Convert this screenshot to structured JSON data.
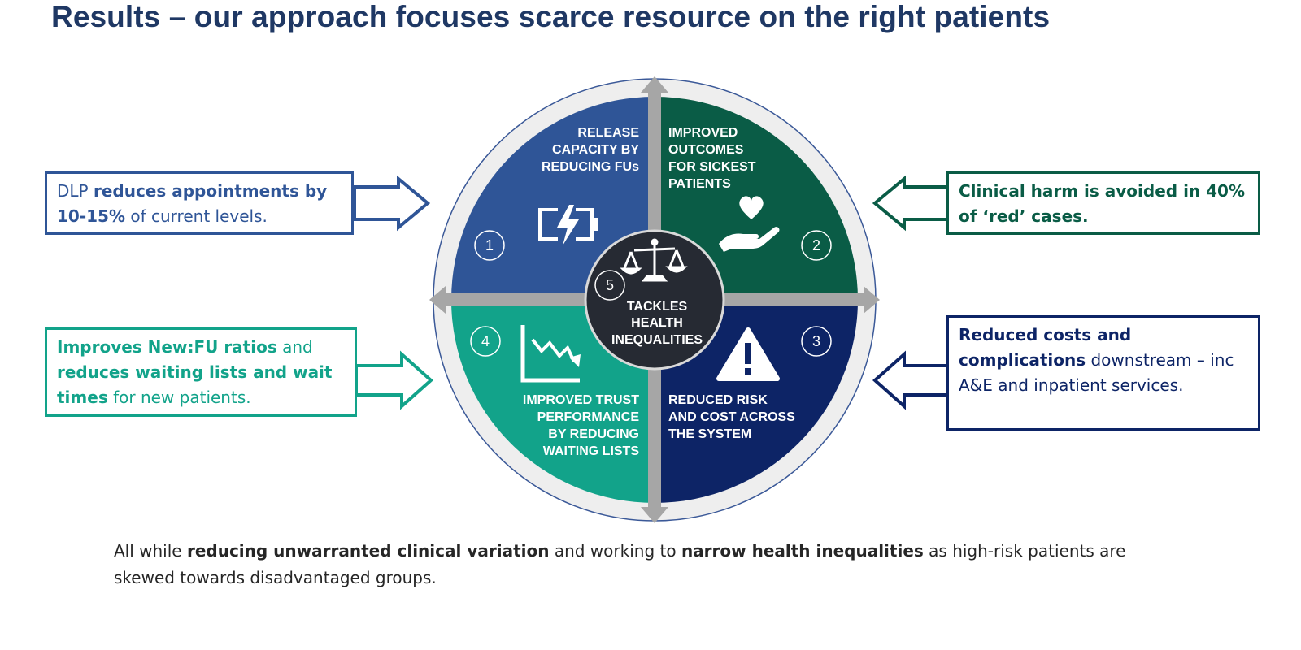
{
  "title": "Results – our approach focuses scarce resource on the right patients",
  "quadrants": [
    {
      "number": "1",
      "lines": [
        "RELEASE",
        "CAPACITY BY",
        "REDUCING FUs"
      ],
      "icon": "battery-charging-icon",
      "color": "#2f5597"
    },
    {
      "number": "2",
      "lines": [
        "IMPROVED",
        "OUTCOMES",
        "FOR SICKEST",
        "PATIENTS"
      ],
      "icon": "heart-in-hand-icon",
      "color": "#0a5c46"
    },
    {
      "number": "3",
      "lines": [
        "REDUCED RISK",
        "AND COST ACROSS",
        "THE SYSTEM"
      ],
      "icon": "warning-icon",
      "color": "#0d2466"
    },
    {
      "number": "4",
      "lines": [
        "IMPROVED TRUST",
        "PERFORMANCE",
        "BY REDUCING",
        "WAITING LISTS"
      ],
      "icon": "declining-chart-icon",
      "color": "#12a38a"
    }
  ],
  "center": {
    "number": "5",
    "lines": [
      "TACKLES",
      "HEALTH",
      "INEQUALITIES"
    ],
    "icon": "scales-icon",
    "color": "#262a33"
  },
  "callouts": {
    "c1": {
      "a": "DLP ",
      "b": "reduces appointments by 10-15%",
      "c": " of current levels."
    },
    "c2": {
      "b": "Clinical harm is avoided in 40% of ‘red’ cases."
    },
    "c3": {
      "b": "Reduced costs and complications",
      "c": " downstream – inc A&E and inpatient services."
    },
    "c4": {
      "b1": "Improves New:FU ratios",
      "c1": " and ",
      "b2": "reduces waiting lists and wait times",
      "c2": " for new patients."
    }
  },
  "footer": {
    "a": "All while ",
    "b": "reducing unwarranted clinical variation",
    "c": " and working to ",
    "d": "narrow health inequalities",
    "e": " as high-risk patients are skewed towards disadvantaged groups."
  }
}
